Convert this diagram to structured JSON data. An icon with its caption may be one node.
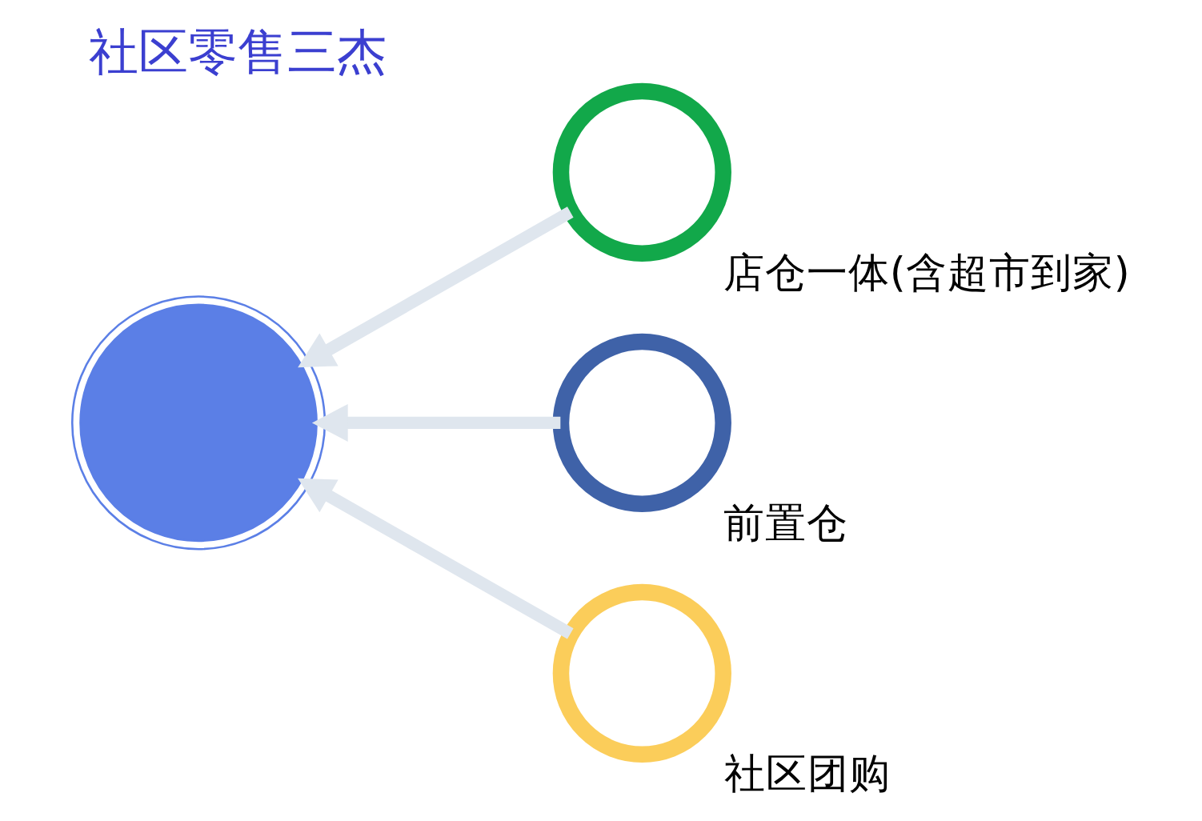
{
  "diagram": {
    "title": "社区零售三杰",
    "nodes": [
      {
        "text": [],
        "shape": "circle"
      },
      {
        "text": [],
        "shape": "circle",
        "beside": [
          "店仓一体(含超市到家)"
        ]
      },
      {
        "text": [],
        "shape": "circle",
        "beside": [
          "前置仓"
        ]
      },
      {
        "text": [],
        "shape": "circle",
        "beside": [
          "社区团购"
        ]
      }
    ],
    "edges": [
      {
        "from": 1,
        "to": 0,
        "arrow": "to"
      },
      {
        "from": 2,
        "to": 0,
        "arrow": "to"
      },
      {
        "from": 3,
        "to": 0,
        "arrow": "to"
      }
    ]
  }
}
